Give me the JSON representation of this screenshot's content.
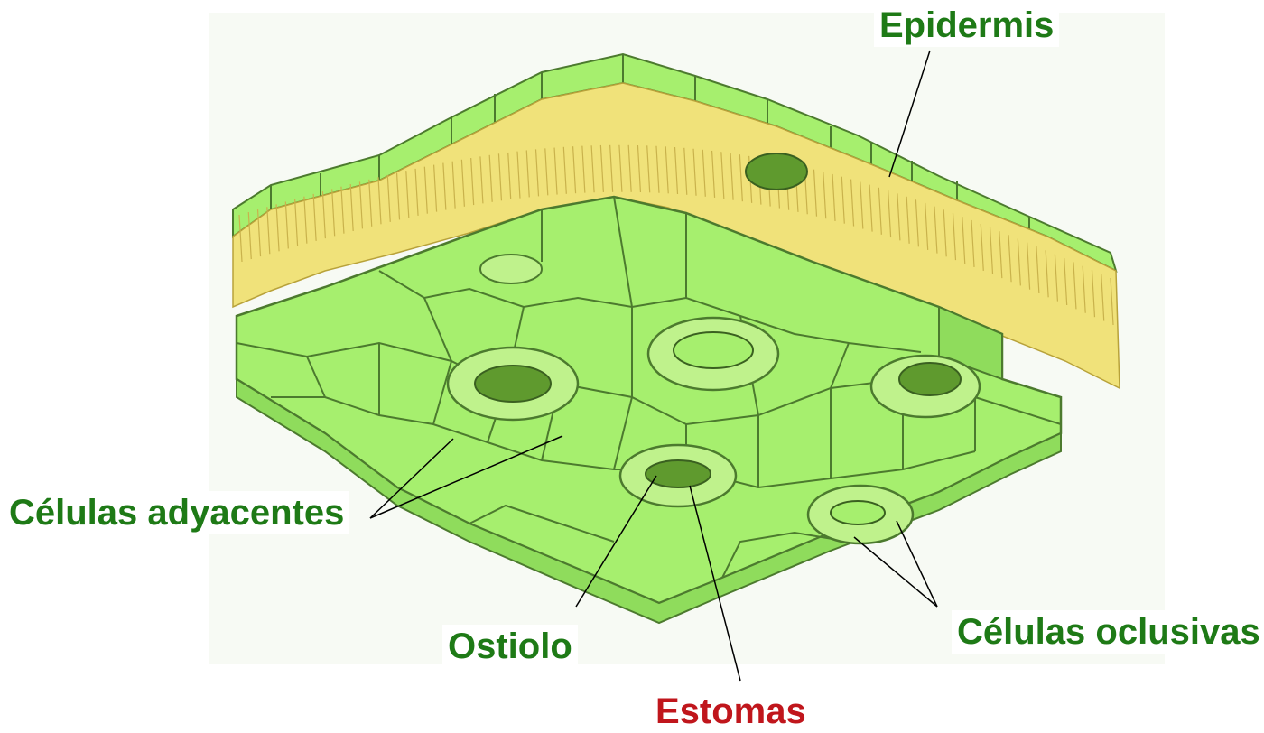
{
  "labels": {
    "epidermis": "Epidermis",
    "celulas_adyacentes": "Células adyacentes",
    "ostiolo": "Ostiolo",
    "celulas_oclusivas": "Células oclusivas",
    "estomas": "Estomas"
  },
  "colors": {
    "label_green": "#1e7a16",
    "label_red": "#c0161c",
    "cell_light": "#a6ef6e",
    "cell_dark": "#7ed04a",
    "palisade": "#f0e27a",
    "stroke": "#4c7a2e"
  }
}
